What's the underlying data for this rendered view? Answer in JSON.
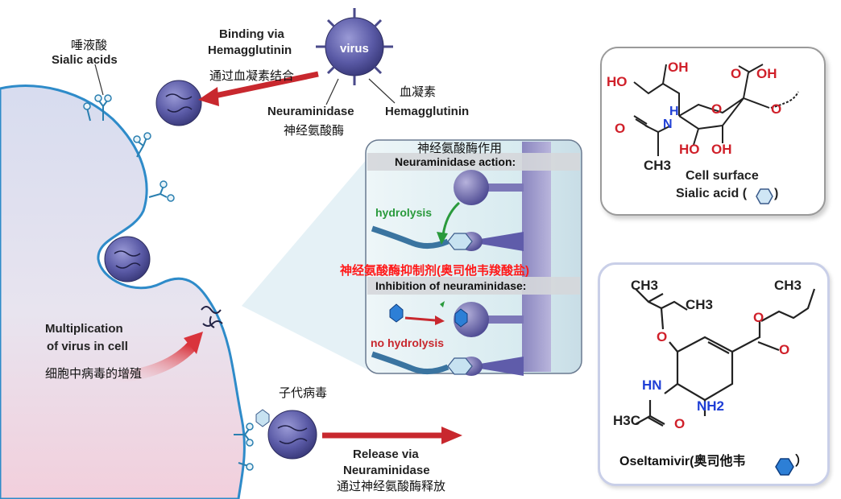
{
  "labels": {
    "sialic_cn": "唾液酸",
    "sialic_en": "Sialic acids",
    "binding_en_1": "Binding via",
    "binding_en_2": "Hemagglutinin",
    "binding_cn": "通过血凝素结合",
    "virus": "virus",
    "hemagglutinin_cn": "血凝素",
    "neuraminidase_en": "Neuraminidase",
    "hemagglutinin_en": "Hemagglutinin",
    "neuraminidase_cn": "神经氨酸酶",
    "action_cn": "神经氨酸酶作用",
    "action_en": "Neuraminidase action:",
    "hydrolysis": "hydrolysis",
    "inhibitor_cn": "神经氨酸酶抑制剂(奥司他韦羧酸盐)",
    "inhibition_en": "Inhibition of neuraminidase:",
    "no_hydrolysis": "no hydrolysis",
    "multiplication_1": "Multiplication",
    "multiplication_2": "of virus in cell",
    "multiplication_cn": "细胞中病毒的增殖",
    "progeny_cn": "子代病毒",
    "release_1": "Release via",
    "release_2": "Neuraminidase",
    "release_cn": "通过神经氨酸酶释放"
  },
  "sialic_card": {
    "atoms": {
      "ho1": "HO",
      "oh_top": "OH",
      "o_carboxyl": "O",
      "oh_carboxyl": "OH",
      "h": "H",
      "n": "N",
      "o_ring": "O",
      "o_link": "O",
      "o_acetyl": "O",
      "ho2": "HO",
      "oh_bottom": "OH",
      "ch3": "CH3"
    },
    "caption_1": "Cell surface",
    "caption_2": "Sialic acid ("
  },
  "oseltamivir_card": {
    "atoms": {
      "ch3_a": "CH3",
      "ch3_b": "CH3",
      "ch3_c": "CH3",
      "o_ether": "O",
      "o_ester": "O",
      "o_carbonyl": "O",
      "hn": "HN",
      "nh2": "NH2",
      "h3c": "H3C",
      "o_amide": "O"
    },
    "caption": "Oseltamivir(奥司他韦",
    "caption_end": "）"
  },
  "colors": {
    "cell_edge": "#2e8bc9",
    "virus_fill": "#5a5aa6",
    "arrow_red": "#c8282e",
    "hydrolysis_green": "#2a9a3c",
    "inhibitor_red": "#ff1a1a",
    "atom_red": "#d0202a",
    "atom_blue": "#1f3fd6",
    "oseltamivir_hex": "#2d7fd6"
  }
}
